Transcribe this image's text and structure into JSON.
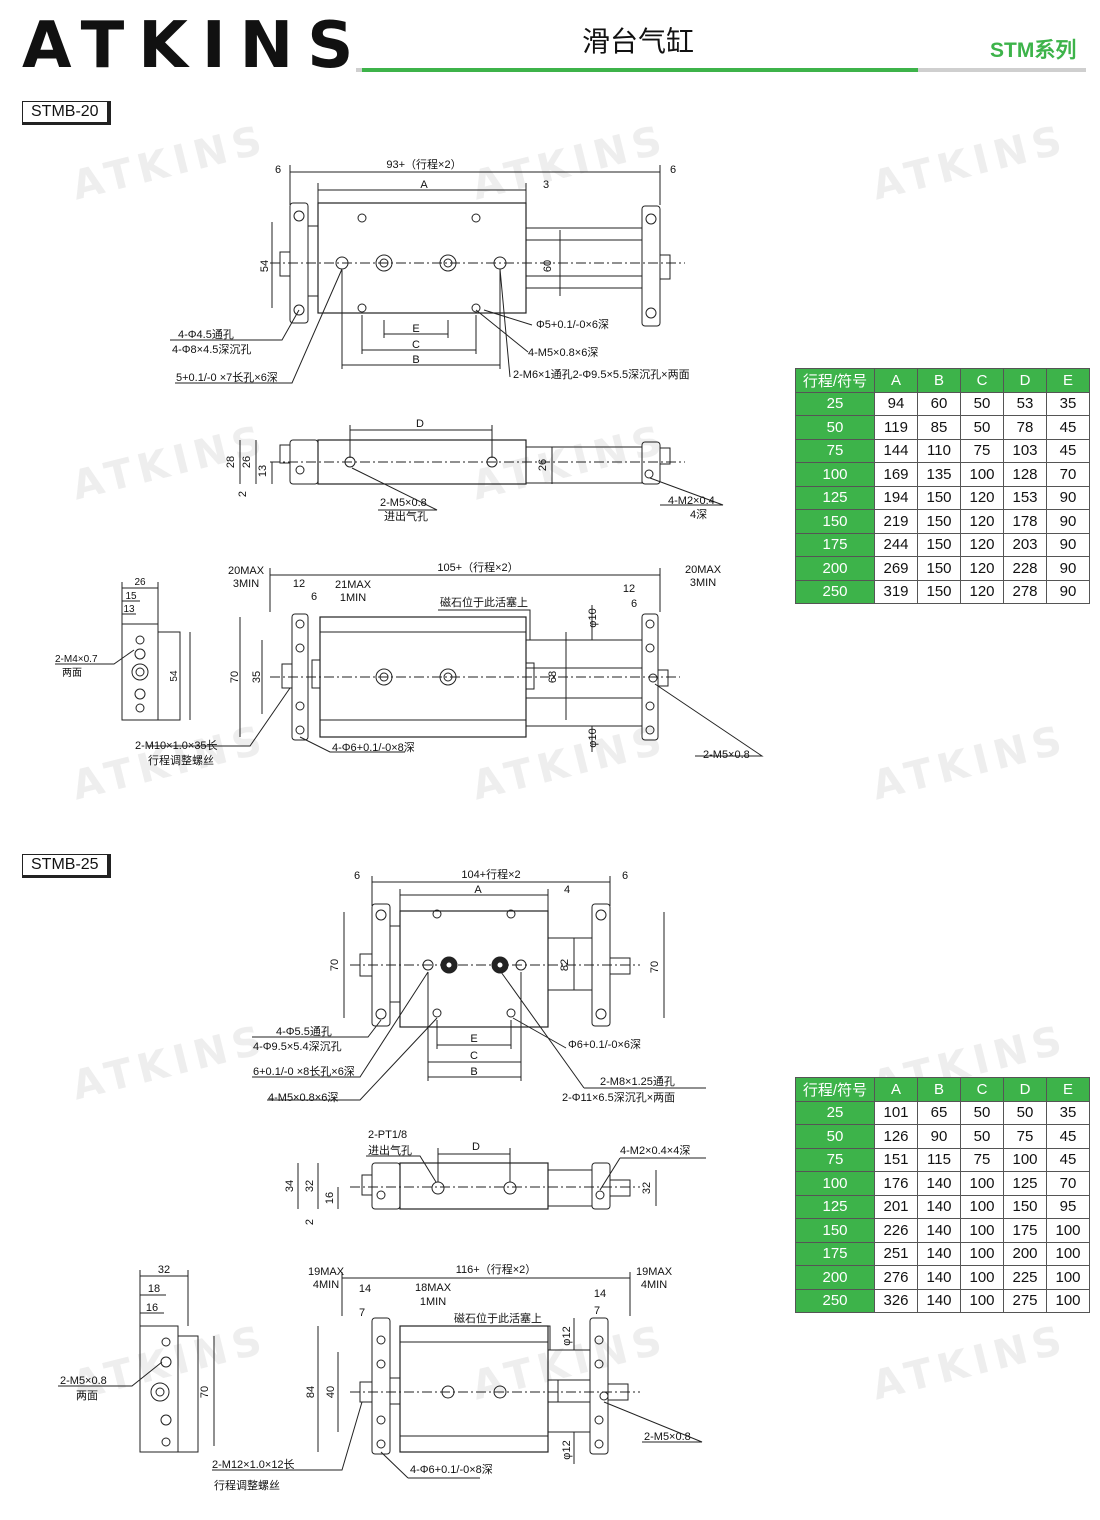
{
  "header": {
    "logo": "ATKINS",
    "title": "滑台气缸",
    "series": "STM系列"
  },
  "watermark": "ATKINS",
  "colors": {
    "accent": "#3db34a",
    "rule": "#cfcfcf"
  },
  "sections": [
    {
      "model": "STMB-20",
      "labels": {
        "d_overall": "93+（行程×2）",
        "d_6a": "6",
        "d_6b": "6",
        "d_a": "A",
        "d_3": "3",
        "d_54": "54",
        "d_60": "60",
        "d_e": "E",
        "d_c": "C",
        "d_b": "B",
        "n_holes1": "4-Φ4.5通孔",
        "n_holes1b": "4-Φ8×4.5深沉孔",
        "n_slot": "5+0.1/-0 ×7长孔×6深",
        "n_phi5": "Φ5+0.1/-0×6深",
        "n_m5": "4-M5×0.8×6深",
        "n_m6": "2-M6×1通孔2-Φ9.5×5.5深沉孔×两面",
        "d_d": "D",
        "d_28": "28",
        "d_26": "26",
        "d_13": "13",
        "d_2": "2",
        "d_26b": "26",
        "n_port": "2-M5×0.8",
        "n_port2": "进出气孔",
        "n_m2": "4-M2×0.4",
        "n_m2b": "4深",
        "d_20max": "20MAX",
        "d_3min": "3MIN",
        "d_12": "12",
        "d_21max": "21MAX",
        "d_1min": "1MIN",
        "d_6c": "6",
        "d_105": "105+（行程×2）",
        "d_20max2": "20MAX",
        "d_3min2": "3MIN",
        "d_12b": "12",
        "d_6d": "6",
        "n_magnet": "磁石位于此活塞上",
        "d_phi10a": "φ10",
        "d_phi10b": "φ10",
        "d_70": "70",
        "d_35": "35",
        "d_68": "68",
        "n_adj": "2-M10×1.0×35长",
        "n_adj2": "行程调整螺丝",
        "n_phi6": "4-Φ6+0.1/-0×8深",
        "n_m5b": "2-M5×0.8",
        "e_26": "26",
        "e_15": "15",
        "e_13": "13",
        "e_54": "54",
        "e_m4": "2-M4×0.7",
        "e_m4b": "两面"
      },
      "table": {
        "headers": [
          "行程/符号",
          "A",
          "B",
          "C",
          "D",
          "E"
        ],
        "rows": [
          [
            "25",
            "94",
            "60",
            "50",
            "53",
            "35"
          ],
          [
            "50",
            "119",
            "85",
            "50",
            "78",
            "45"
          ],
          [
            "75",
            "144",
            "110",
            "75",
            "103",
            "45"
          ],
          [
            "100",
            "169",
            "135",
            "100",
            "128",
            "70"
          ],
          [
            "125",
            "194",
            "150",
            "120",
            "153",
            "90"
          ],
          [
            "150",
            "219",
            "150",
            "120",
            "178",
            "90"
          ],
          [
            "175",
            "244",
            "150",
            "120",
            "203",
            "90"
          ],
          [
            "200",
            "269",
            "150",
            "120",
            "228",
            "90"
          ],
          [
            "250",
            "319",
            "150",
            "120",
            "278",
            "90"
          ]
        ]
      }
    },
    {
      "model": "STMB-25",
      "labels": {
        "d_overall": "104+行程×2",
        "d_6a": "6",
        "d_6b": "6",
        "d_a": "A",
        "d_4": "4",
        "d_70": "70",
        "d_82": "82",
        "d_70b": "70",
        "d_e": "E",
        "d_c": "C",
        "d_b": "B",
        "n_holes1": "4-Φ5.5通孔",
        "n_holes1b": "4-Φ9.5×5.4深沉孔",
        "n_slot": "6+0.1/-0 ×8长孔×6深",
        "n_m5": "4-M5×0.8×6深",
        "n_phi6": "Φ6+0.1/-0×6深",
        "n_m8": "2-M8×1.25通孔",
        "n_m8b": "2-Φ11×6.5深沉孔×两面",
        "n_pt": "2-PT1/8",
        "n_pt2": "进出气孔",
        "d_d": "D",
        "n_m2": "4-M2×0.4×4深",
        "d_34": "34",
        "d_32": "32",
        "d_16": "16",
        "d_2": "2",
        "d_32b": "32",
        "d_19max": "19MAX",
        "d_4min": "4MIN",
        "d_14": "14",
        "d_18max": "18MAX",
        "d_1min": "1MIN",
        "d_7": "7",
        "d_116": "116+（行程×2）",
        "d_19max2": "19MAX",
        "d_4min2": "4MIN",
        "d_14b": "14",
        "d_7b": "7",
        "n_magnet": "磁石位于此活塞上",
        "d_phi12a": "φ12",
        "d_phi12b": "φ12",
        "d_84": "84",
        "d_40": "40",
        "n_adj": "2-M12×1.0×12长",
        "n_adj2": "行程调整螺丝",
        "n_phi6b": "4-Φ6+0.1/-0×8深",
        "n_m5c": "2-M5×0.8",
        "e_32": "32",
        "e_18": "18",
        "e_16": "16",
        "e_70": "70",
        "e_m5": "2-M5×0.8",
        "e_m5b": "两面"
      },
      "table": {
        "headers": [
          "行程/符号",
          "A",
          "B",
          "C",
          "D",
          "E"
        ],
        "rows": [
          [
            "25",
            "101",
            "65",
            "50",
            "50",
            "35"
          ],
          [
            "50",
            "126",
            "90",
            "50",
            "75",
            "45"
          ],
          [
            "75",
            "151",
            "115",
            "75",
            "100",
            "45"
          ],
          [
            "100",
            "176",
            "140",
            "100",
            "125",
            "70"
          ],
          [
            "125",
            "201",
            "140",
            "100",
            "150",
            "95"
          ],
          [
            "150",
            "226",
            "140",
            "100",
            "175",
            "100"
          ],
          [
            "175",
            "251",
            "140",
            "100",
            "200",
            "100"
          ],
          [
            "200",
            "276",
            "140",
            "100",
            "225",
            "100"
          ],
          [
            "250",
            "326",
            "140",
            "100",
            "275",
            "100"
          ]
        ]
      }
    }
  ]
}
